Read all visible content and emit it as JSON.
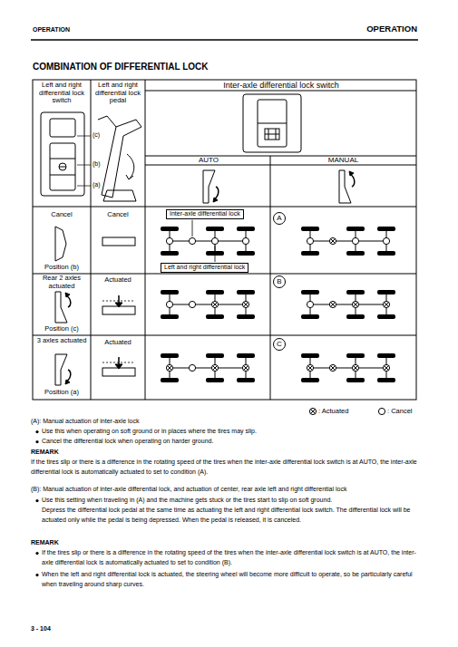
{
  "diagram": {
    "title": "COMBINATION OF DIFFERENTIAL LOCK",
    "nodes": [
      {
        "text": [
          "Inter-axle differential lock"
        ]
      },
      {
        "text": [
          "Left and right differential lock"
        ]
      },
      {
        "text": [
          "A"
        ]
      },
      {
        "text": [
          "B"
        ]
      },
      {
        "text": [
          "C"
        ]
      }
    ],
    "labels": [
      "OPERATION",
      "OPERATION",
      "Left and right differential lock switch",
      "Left and right differential lock pedal",
      "Inter-axle differential lock switch",
      "(c)",
      "(b)",
      "(a)",
      "AUTO",
      "MANUAL",
      "Cancel",
      "Cancel",
      "Position (b)",
      "Rear 2 axles actuated",
      "Actuated",
      "Position (c)",
      "3 axles actuated",
      "Actuated",
      "Position (a)",
      "(A): Manual actuation of inter-axle lock",
      "Use this when operating on soft ground or in places where the tires may slip.",
      "Cancel the differential lock when operating on harder ground.",
      "REMARK",
      "If the tires slip or there is a difference in the rotating speed of the tires when the inter-axle differential lock switch is at AUTO, the inter-axle differential lock is automatically actuated to set to condition (A).",
      "(B): Manual actuation of inter-axle differential lock, and actuation of center, rear axle left and right differential lock",
      "Use this setting when traveling in (A) and the machine gets stuck or the tires start to slip on soft ground.",
      "Depress the differential lock pedal at the same time as actuating the left and right differential lock switch. The differential lock will be actuated only while the pedal is being depressed. When the pedal is released, it is canceled.",
      "REMARK",
      "If the tires slip or there is a difference in the rotating speed of the tires when the inter-axle differential lock switch is at AUTO, the inter-axle differential lock is automatically actuated to set to condition (B).",
      "When the left and right differential lock is actuated, the steering wheel will become more difficult to operate, so be particularly careful when traveling around sharp curves.",
      "3 - 104"
    ],
    "legend": [
      {
        "text": ": Actuated"
      },
      {
        "text": ": Cancel"
      }
    ]
  }
}
